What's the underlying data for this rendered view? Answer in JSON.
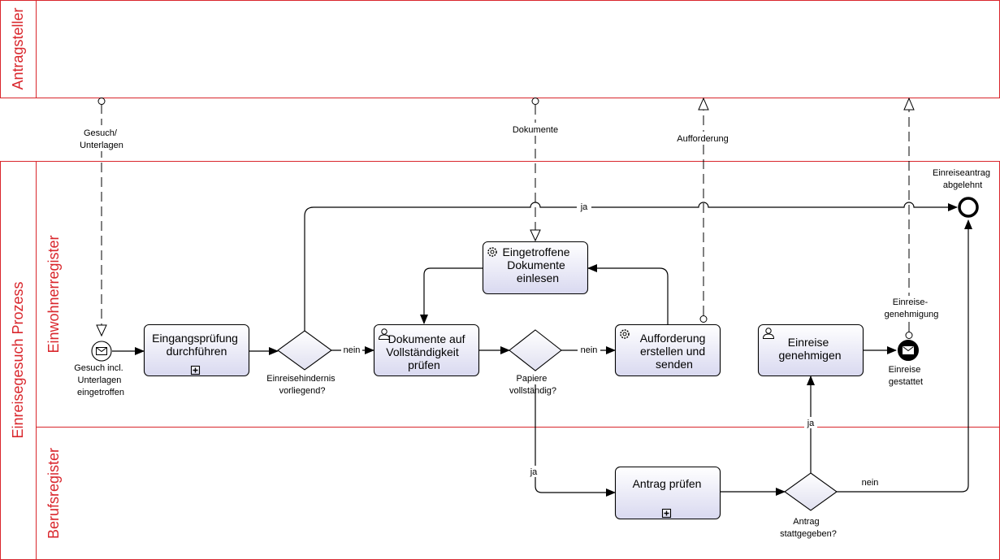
{
  "pools": {
    "applicant": "Antragsteller",
    "process": "Einreisegesuch Prozess",
    "lane_resident": "Einwohnerregister",
    "lane_profession": "Berufsregister"
  },
  "tasks": {
    "entry_check": [
      "Eingangsprüfung",
      "durchführen"
    ],
    "read_docs": [
      "Eingetroffene",
      "Dokumente",
      "einlesen"
    ],
    "check_docs": [
      "Dokumente auf",
      "Vollständigkeit",
      "prüfen"
    ],
    "request_send": [
      "Aufforderung",
      "erstellen und",
      "senden"
    ],
    "approve": [
      "Einreise",
      "genehmigen"
    ],
    "check_application": [
      "Antrag prüfen"
    ]
  },
  "gateways": {
    "obstacle": [
      "Einreisehindernis",
      "vorliegend?"
    ],
    "complete": [
      "Papiere",
      "vollständig?"
    ],
    "granted": [
      "Antrag",
      "stattgegeben?"
    ]
  },
  "events": {
    "start": [
      "Gesuch incl.",
      "Unterlagen",
      "eingetroffen"
    ],
    "end_rejected": [
      "Einreiseantrag",
      "abgelehnt"
    ],
    "end_granted": [
      "Einreise",
      "gestattet"
    ]
  },
  "messages": {
    "m1": [
      "Gesuch/",
      "Unterlagen"
    ],
    "m2": [
      "Dokumente"
    ],
    "m3": [
      "Aufforderung"
    ],
    "m4": [
      "Einreise-",
      "genehmigung"
    ]
  },
  "flow_labels": {
    "ja_top": "ja",
    "nein_1": "nein",
    "nein_2": "nein",
    "ja_down": "ja",
    "ja_up": "ja",
    "nein_3": "nein"
  }
}
